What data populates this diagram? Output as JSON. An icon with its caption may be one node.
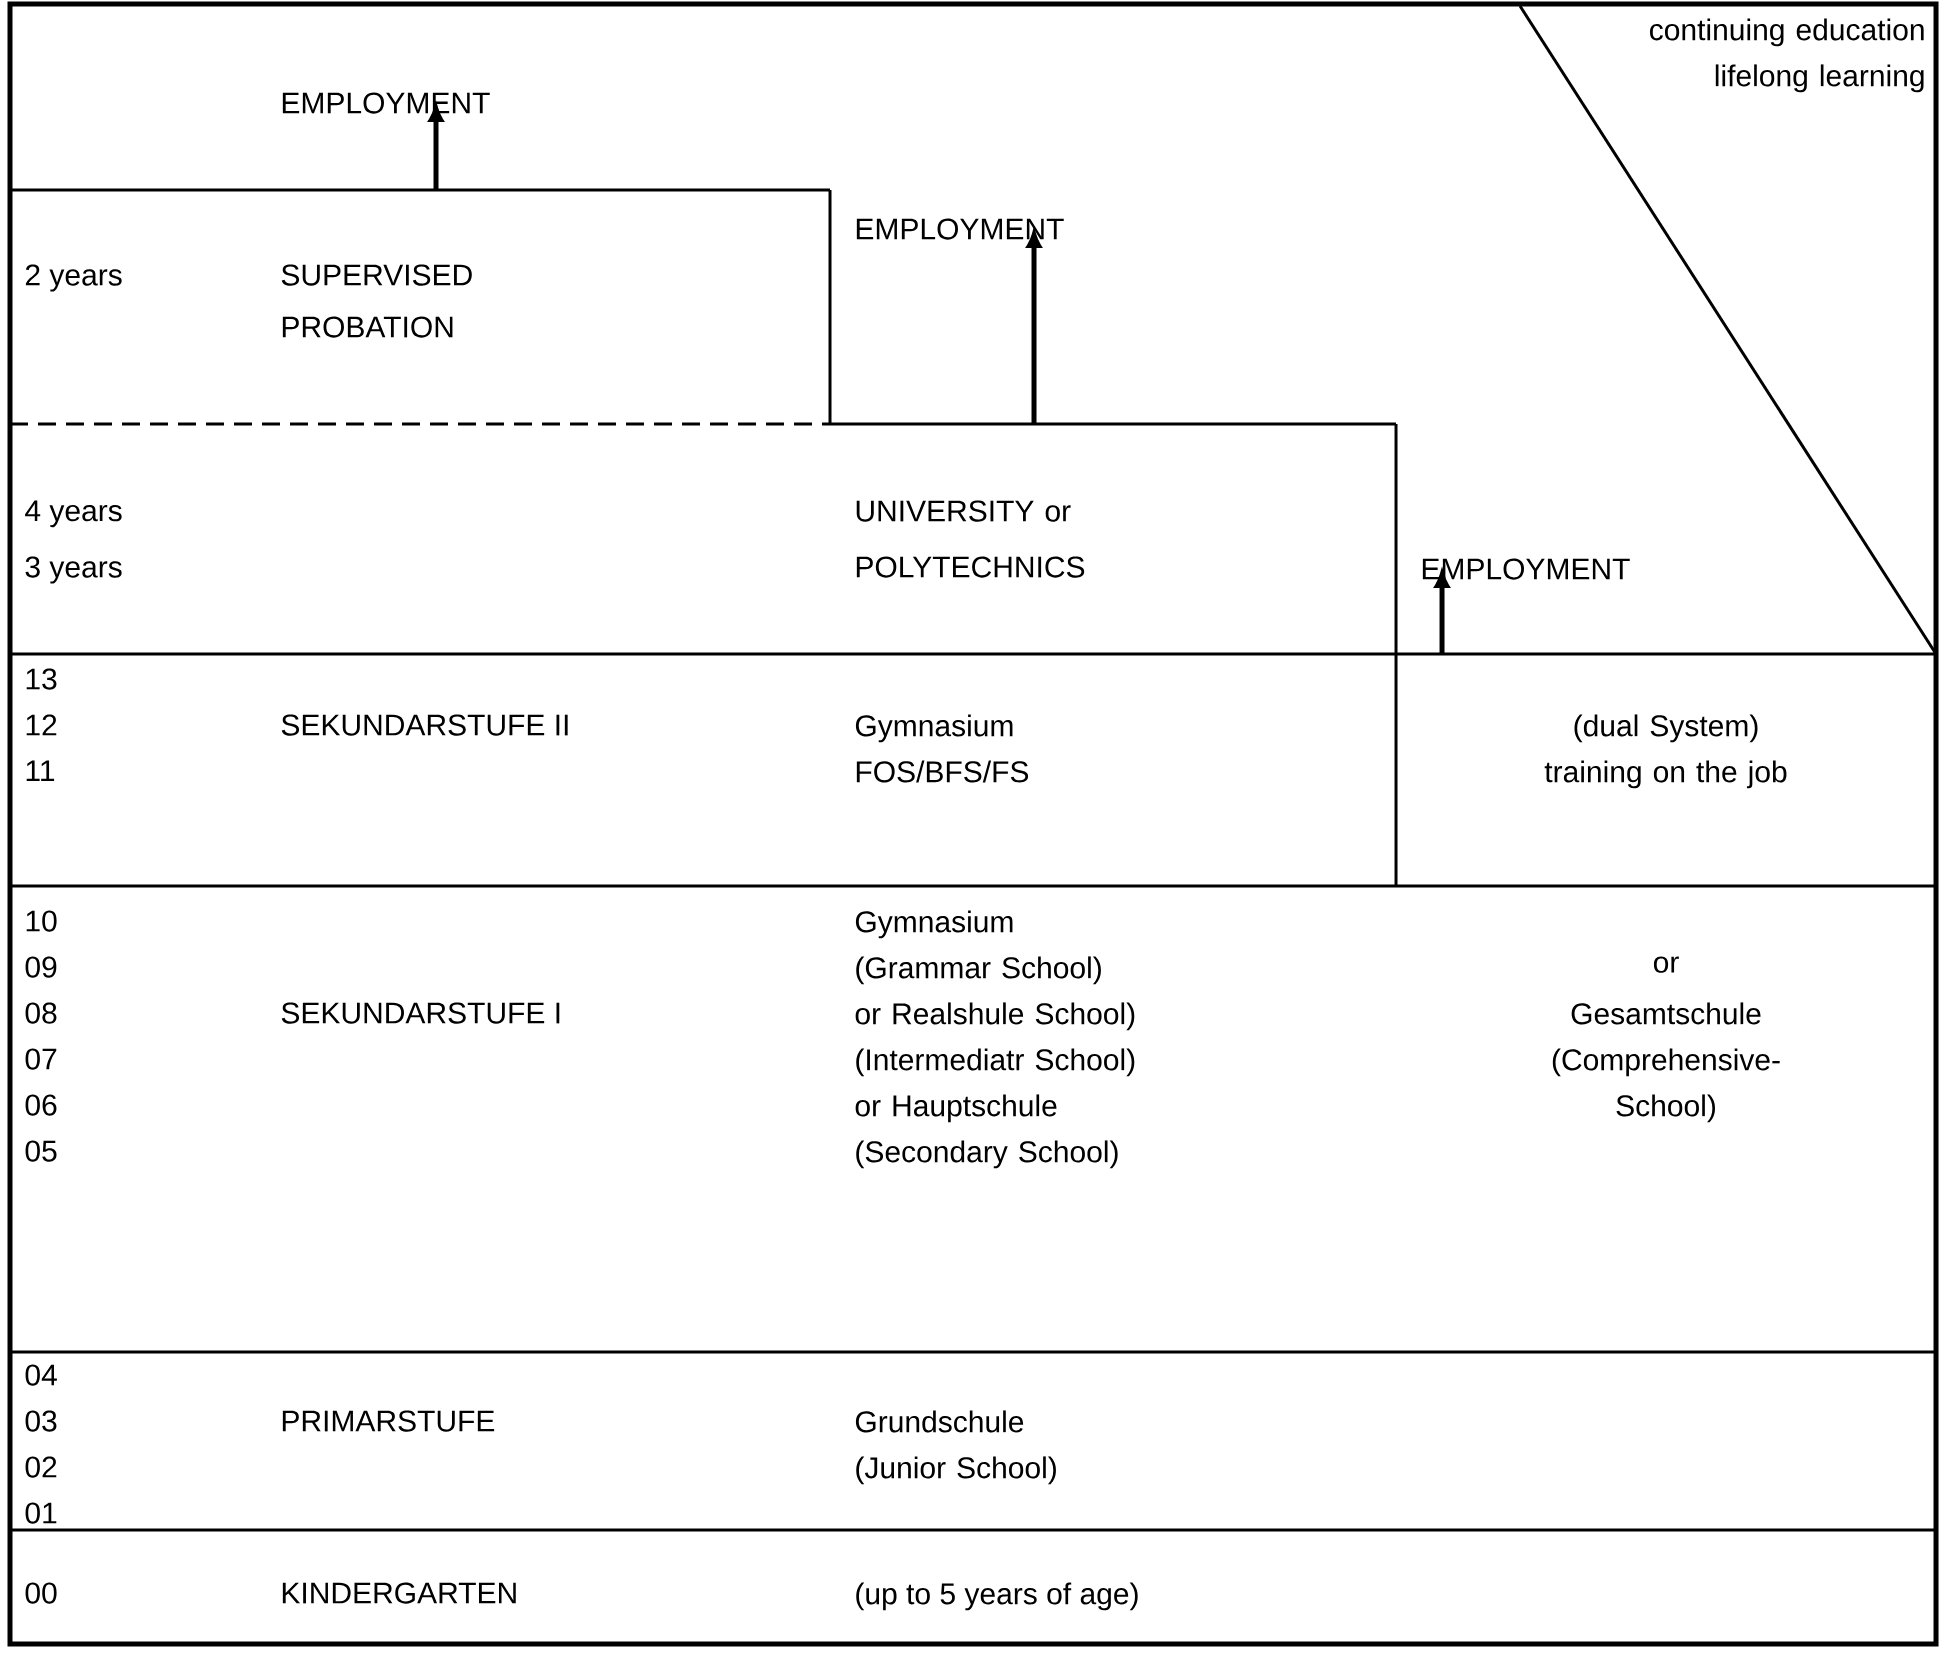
{
  "diagram": {
    "nodes": [
      {
        "text": [
          "EMPLOYMENT"
        ]
      },
      {
        "text": [
          "2 years",
          "SUPERVISED PROBATION"
        ]
      },
      {
        "text": [
          "EMPLOYMENT"
        ]
      },
      {
        "text": [
          "4 years",
          "3 years",
          "UNIVERSITY or POLYTECHNICS"
        ]
      },
      {
        "text": [
          "EMPLOYMENT"
        ]
      },
      {
        "text": [
          "13",
          "12",
          "11",
          "SEKUNDARSTUFE II",
          "Gymnasium FOS/BFS/FS"
        ]
      },
      {
        "text": [
          "(dual System) training on the job"
        ],
        "in": 5
      },
      {
        "text": [
          "10",
          "09",
          "08",
          "07",
          "06",
          "05",
          "SEKUNDARSTUFE I",
          "Gymnasium (Grammar School)",
          "or Realshule School) (Intermediatr School)",
          "or Hauptschule (Secondary School)",
          "or",
          "Gesamtschule (Comprehensive- School)"
        ]
      },
      {
        "text": [
          "04",
          "03",
          "02",
          "01",
          "PRIMARSTUFE",
          "Grundschule (Junior School)"
        ]
      },
      {
        "text": [
          "00",
          "KINDERGARTEN",
          "(up to 5 years of age)"
        ]
      },
      {
        "text": [
          "continuing education lifelong learning"
        ]
      }
    ],
    "edges": [
      {
        "from": 1,
        "to": 0,
        "arrow": "to"
      },
      {
        "from": 3,
        "to": 2,
        "arrow": "to"
      },
      {
        "from": 6,
        "to": 4,
        "arrow": "to"
      }
    ]
  }
}
